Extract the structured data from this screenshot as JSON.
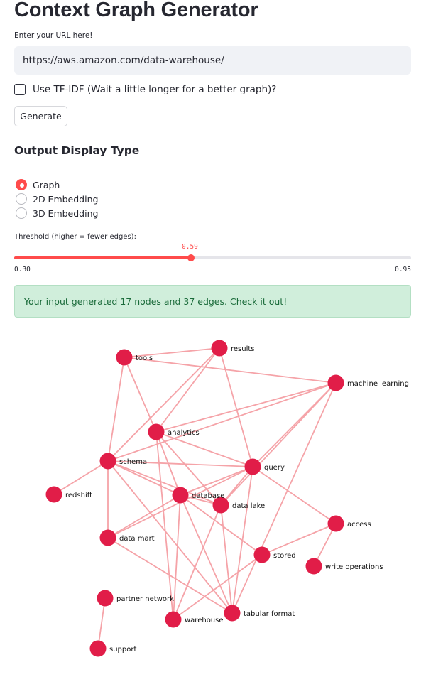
{
  "header": {
    "title": "Context Graph Generator"
  },
  "url": {
    "label": "Enter your URL here!",
    "value": "https://aws.amazon.com/data-warehouse/"
  },
  "tfidf": {
    "label": "Use TF-IDF (Wait a little longer for a better graph)?",
    "checked": false
  },
  "generate": {
    "label": "Generate"
  },
  "display": {
    "title": "Output Display Type",
    "options": [
      {
        "label": "Graph",
        "selected": true
      },
      {
        "label": "2D Embedding",
        "selected": false
      },
      {
        "label": "3D Embedding",
        "selected": false
      }
    ]
  },
  "threshold": {
    "label": "Threshold (higher = fewer edges):",
    "value": "0.59",
    "min": "0.30",
    "max": "0.95"
  },
  "result": {
    "message": "Your input generated 17 nodes and 37 edges. Check it out!"
  },
  "colors": {
    "accent": "#ff4b4b",
    "node": "#e11d48",
    "edge": "#f5a3a8",
    "success_bg": "#d0eedb",
    "success_text": "#1a6b3a"
  },
  "icons": {
    "radio": "radio-circle",
    "checkbox": "checkbox-square"
  },
  "graph": {
    "nodes": [
      {
        "id": "tools",
        "label": "tools"
      },
      {
        "id": "results",
        "label": "results"
      },
      {
        "id": "machine_learning",
        "label": "machine learning"
      },
      {
        "id": "analytics",
        "label": "analytics"
      },
      {
        "id": "schema",
        "label": "schema"
      },
      {
        "id": "query",
        "label": "query"
      },
      {
        "id": "redshift",
        "label": "redshift"
      },
      {
        "id": "database",
        "label": "database"
      },
      {
        "id": "data_lake",
        "label": "data lake"
      },
      {
        "id": "access",
        "label": "access"
      },
      {
        "id": "data_mart",
        "label": "data mart"
      },
      {
        "id": "stored",
        "label": "stored"
      },
      {
        "id": "write_operations",
        "label": "write operations"
      },
      {
        "id": "partner_network",
        "label": "partner network"
      },
      {
        "id": "tabular_format",
        "label": "tabular format"
      },
      {
        "id": "warehouse",
        "label": "warehouse"
      },
      {
        "id": "support",
        "label": "support"
      }
    ],
    "edges": [
      [
        "tools",
        "results"
      ],
      [
        "tools",
        "machine_learning"
      ],
      [
        "tools",
        "schema"
      ],
      [
        "tools",
        "analytics"
      ],
      [
        "results",
        "query"
      ],
      [
        "results",
        "schema"
      ],
      [
        "results",
        "analytics"
      ],
      [
        "machine_learning",
        "analytics"
      ],
      [
        "machine_learning",
        "schema"
      ],
      [
        "machine_learning",
        "query"
      ],
      [
        "machine_learning",
        "data_lake"
      ],
      [
        "machine_learning",
        "tabular_format"
      ],
      [
        "analytics",
        "query"
      ],
      [
        "analytics",
        "database"
      ],
      [
        "analytics",
        "data_lake"
      ],
      [
        "analytics",
        "warehouse"
      ],
      [
        "schema",
        "query"
      ],
      [
        "schema",
        "redshift"
      ],
      [
        "schema",
        "database"
      ],
      [
        "schema",
        "data_mart"
      ],
      [
        "schema",
        "tabular_format"
      ],
      [
        "schema",
        "data_lake"
      ],
      [
        "query",
        "database"
      ],
      [
        "query",
        "access"
      ],
      [
        "query",
        "data_lake"
      ],
      [
        "query",
        "data_mart"
      ],
      [
        "query",
        "tabular_format"
      ],
      [
        "database",
        "data_lake"
      ],
      [
        "database",
        "data_mart"
      ],
      [
        "database",
        "warehouse"
      ],
      [
        "database",
        "tabular_format"
      ],
      [
        "database",
        "stored"
      ],
      [
        "data_lake",
        "warehouse"
      ],
      [
        "data_lake",
        "tabular_format"
      ],
      [
        "access",
        "write_operations"
      ],
      [
        "access",
        "stored"
      ],
      [
        "data_mart",
        "tabular_format"
      ],
      [
        "stored",
        "warehouse"
      ],
      [
        "partner_network",
        "support"
      ]
    ]
  }
}
